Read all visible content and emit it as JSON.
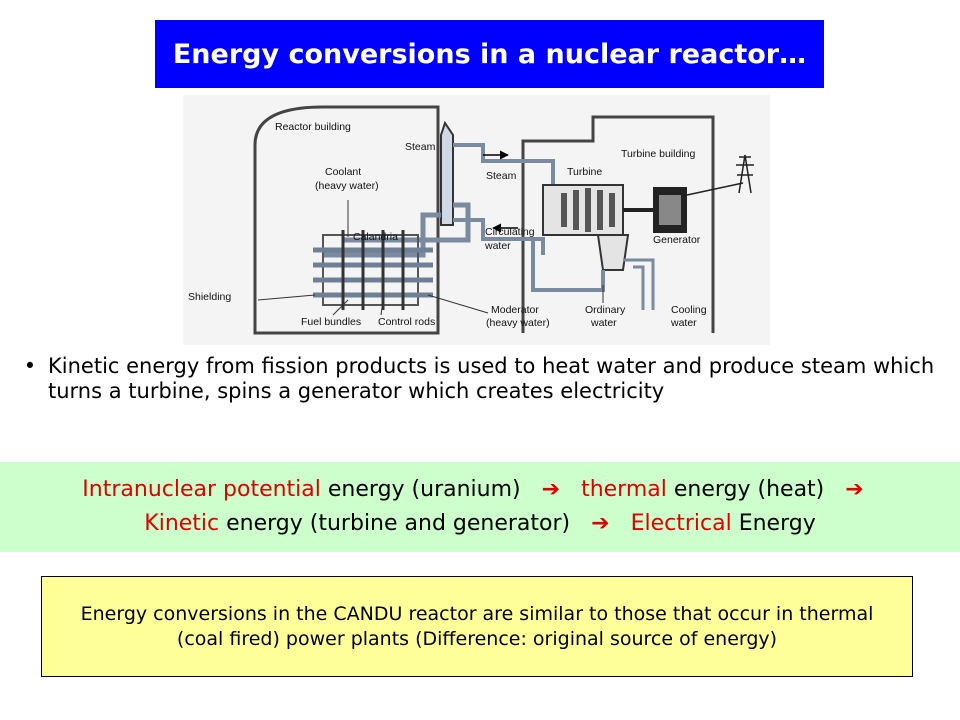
{
  "title": "Energy conversions in a nuclear reactor…",
  "diagram": {
    "labels": {
      "reactor_building": "Reactor building",
      "steam_top": "Steam",
      "coolant_1": "Coolant",
      "coolant_2": "(heavy water)",
      "calandria": "Calandria",
      "shielding": "Shielding",
      "fuel_bundles": "Fuel bundles",
      "control_rods": "Control rods",
      "moderator_1": "Moderator",
      "moderator_2": "(heavy water)",
      "steam_pipe": "Steam",
      "circulating_1": "Circulating",
      "circulating_2": "water",
      "turbine": "Turbine",
      "turbine_building": "Turbine building",
      "generator": "Generator",
      "ordinary_1": "Ordinary",
      "ordinary_2": "water",
      "cooling_1": "Cooling",
      "cooling_2": "water"
    }
  },
  "bullet": {
    "symbol": "•",
    "text": "Kinetic energy from fission products is used to heat water and produce steam which turns a turbine, spins a generator which creates electricity"
  },
  "conversion": {
    "line1": {
      "part1_red": "Intranuclear potential",
      "part1_black": " energy (uranium)",
      "arrow1": "➔",
      "part2_red": "thermal",
      "part2_black": " energy (heat)",
      "arrow2": "➔"
    },
    "line2": {
      "part1_red": "Kinetic",
      "part1_black": " energy (turbine and generator)",
      "arrow": "➔",
      "part2_red": "Electrical",
      "part2_black": " Energy"
    }
  },
  "note": "Energy conversions in the CANDU reactor are similar to those that occur in thermal (coal fired) power plants (Difference: original source of energy)",
  "colors": {
    "title_bg": "#0000ff",
    "title_text": "#ffffff",
    "highlight": "#e00000",
    "green_bg": "#ccffcc",
    "yellow_bg": "#ffff99"
  }
}
